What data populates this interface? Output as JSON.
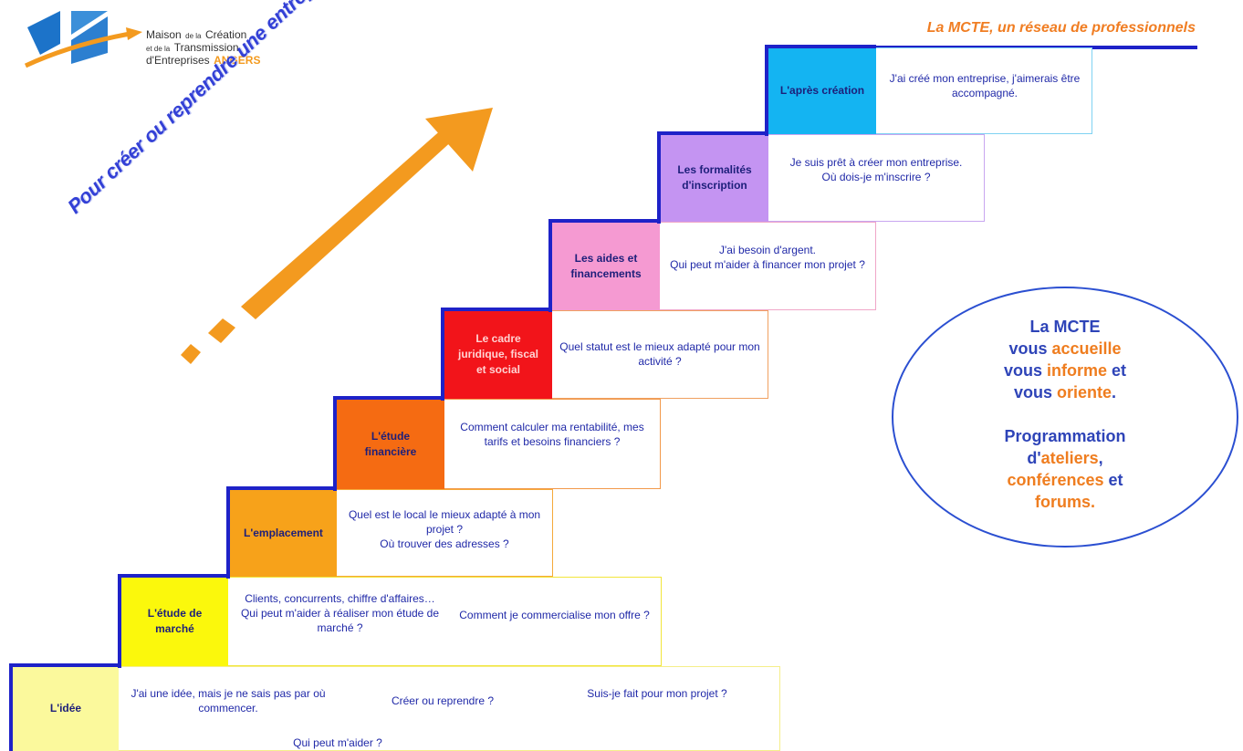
{
  "logo": {
    "line1_big": "Maison",
    "line1_small": "de la",
    "line1_end": "Création",
    "line2_small": "et de la",
    "line2_end": "Transmission",
    "line3": "d'Entreprises",
    "line3_accent": "ANGERS"
  },
  "tagline": "La MCTE, un réseau de professionnels",
  "slogan": "Pour créer ou reprendre une entreprise, prenez le bon départ !",
  "steps": [
    {
      "label": "L'idée",
      "color": "#fbf99c",
      "text_color": "#1d1f7a",
      "questions": [
        "J'ai une idée, mais je ne sais pas par où commencer.",
        "Créer ou reprendre ?",
        "Suis-je fait pour mon projet ?",
        "Qui peut m'aider ?"
      ]
    },
    {
      "label": "L'étude de marché",
      "color": "#fbf80c",
      "text_color": "#1d1f7a",
      "questions": [
        "Clients, concurrents, chiffre d'affaires…\nQui peut m'aider à réaliser mon étude de marché ?",
        "Comment je commercialise mon offre ?"
      ]
    },
    {
      "label": "L'emplacement",
      "color": "#f7a21a",
      "text_color": "#1d1f7a",
      "questions": [
        "Quel est le local le mieux adapté à mon projet ?\nOù trouver des adresses ?"
      ]
    },
    {
      "label": "L'étude financière",
      "color": "#f56b12",
      "text_color": "#1d1f7a",
      "questions": [
        "Comment calculer ma rentabilité, mes tarifs et besoins financiers ?"
      ]
    },
    {
      "label": "Le cadre juridique, fiscal et social",
      "color": "#f2141a",
      "text_color": "#ffd3d3",
      "questions": [
        "Quel statut est le mieux adapté pour mon activité ?"
      ]
    },
    {
      "label": "Les aides et financements",
      "color": "#f59ad2",
      "text_color": "#1d1f7a",
      "questions": [
        "J'ai besoin d'argent.\nQui peut m'aider à financer mon projet ?"
      ]
    },
    {
      "label": "Les formalités d'inscription",
      "color": "#c494f2",
      "text_color": "#1d1f7a",
      "questions": [
        "Je suis prêt à créer mon entreprise.\nOù dois-je m'inscrire ?"
      ]
    },
    {
      "label": "L'après création",
      "color": "#14b4f2",
      "text_color": "#1d1f7a",
      "questions": [
        "J'ai créé mon entreprise, j'aimerais être accompagné."
      ]
    }
  ],
  "circle": {
    "l1": "La MCTE",
    "l2a": "vous",
    "l2b": "accueille",
    "l3a": "vous",
    "l3b": "informe",
    "l3c": "et",
    "l4a": "vous",
    "l4b": "oriente",
    "l4c": ".",
    "l5": "Programmation",
    "l6a": "d'",
    "l6b": "ateliers",
    "l6c": ",",
    "l7a": "conférences",
    "l7b": "et",
    "l8": "forums."
  },
  "colors": {
    "stair_line": "#1e22c8",
    "arrow": "#f39a1f",
    "accent_orange": "#ef7d1f",
    "circle_text": "#2e44b8"
  }
}
